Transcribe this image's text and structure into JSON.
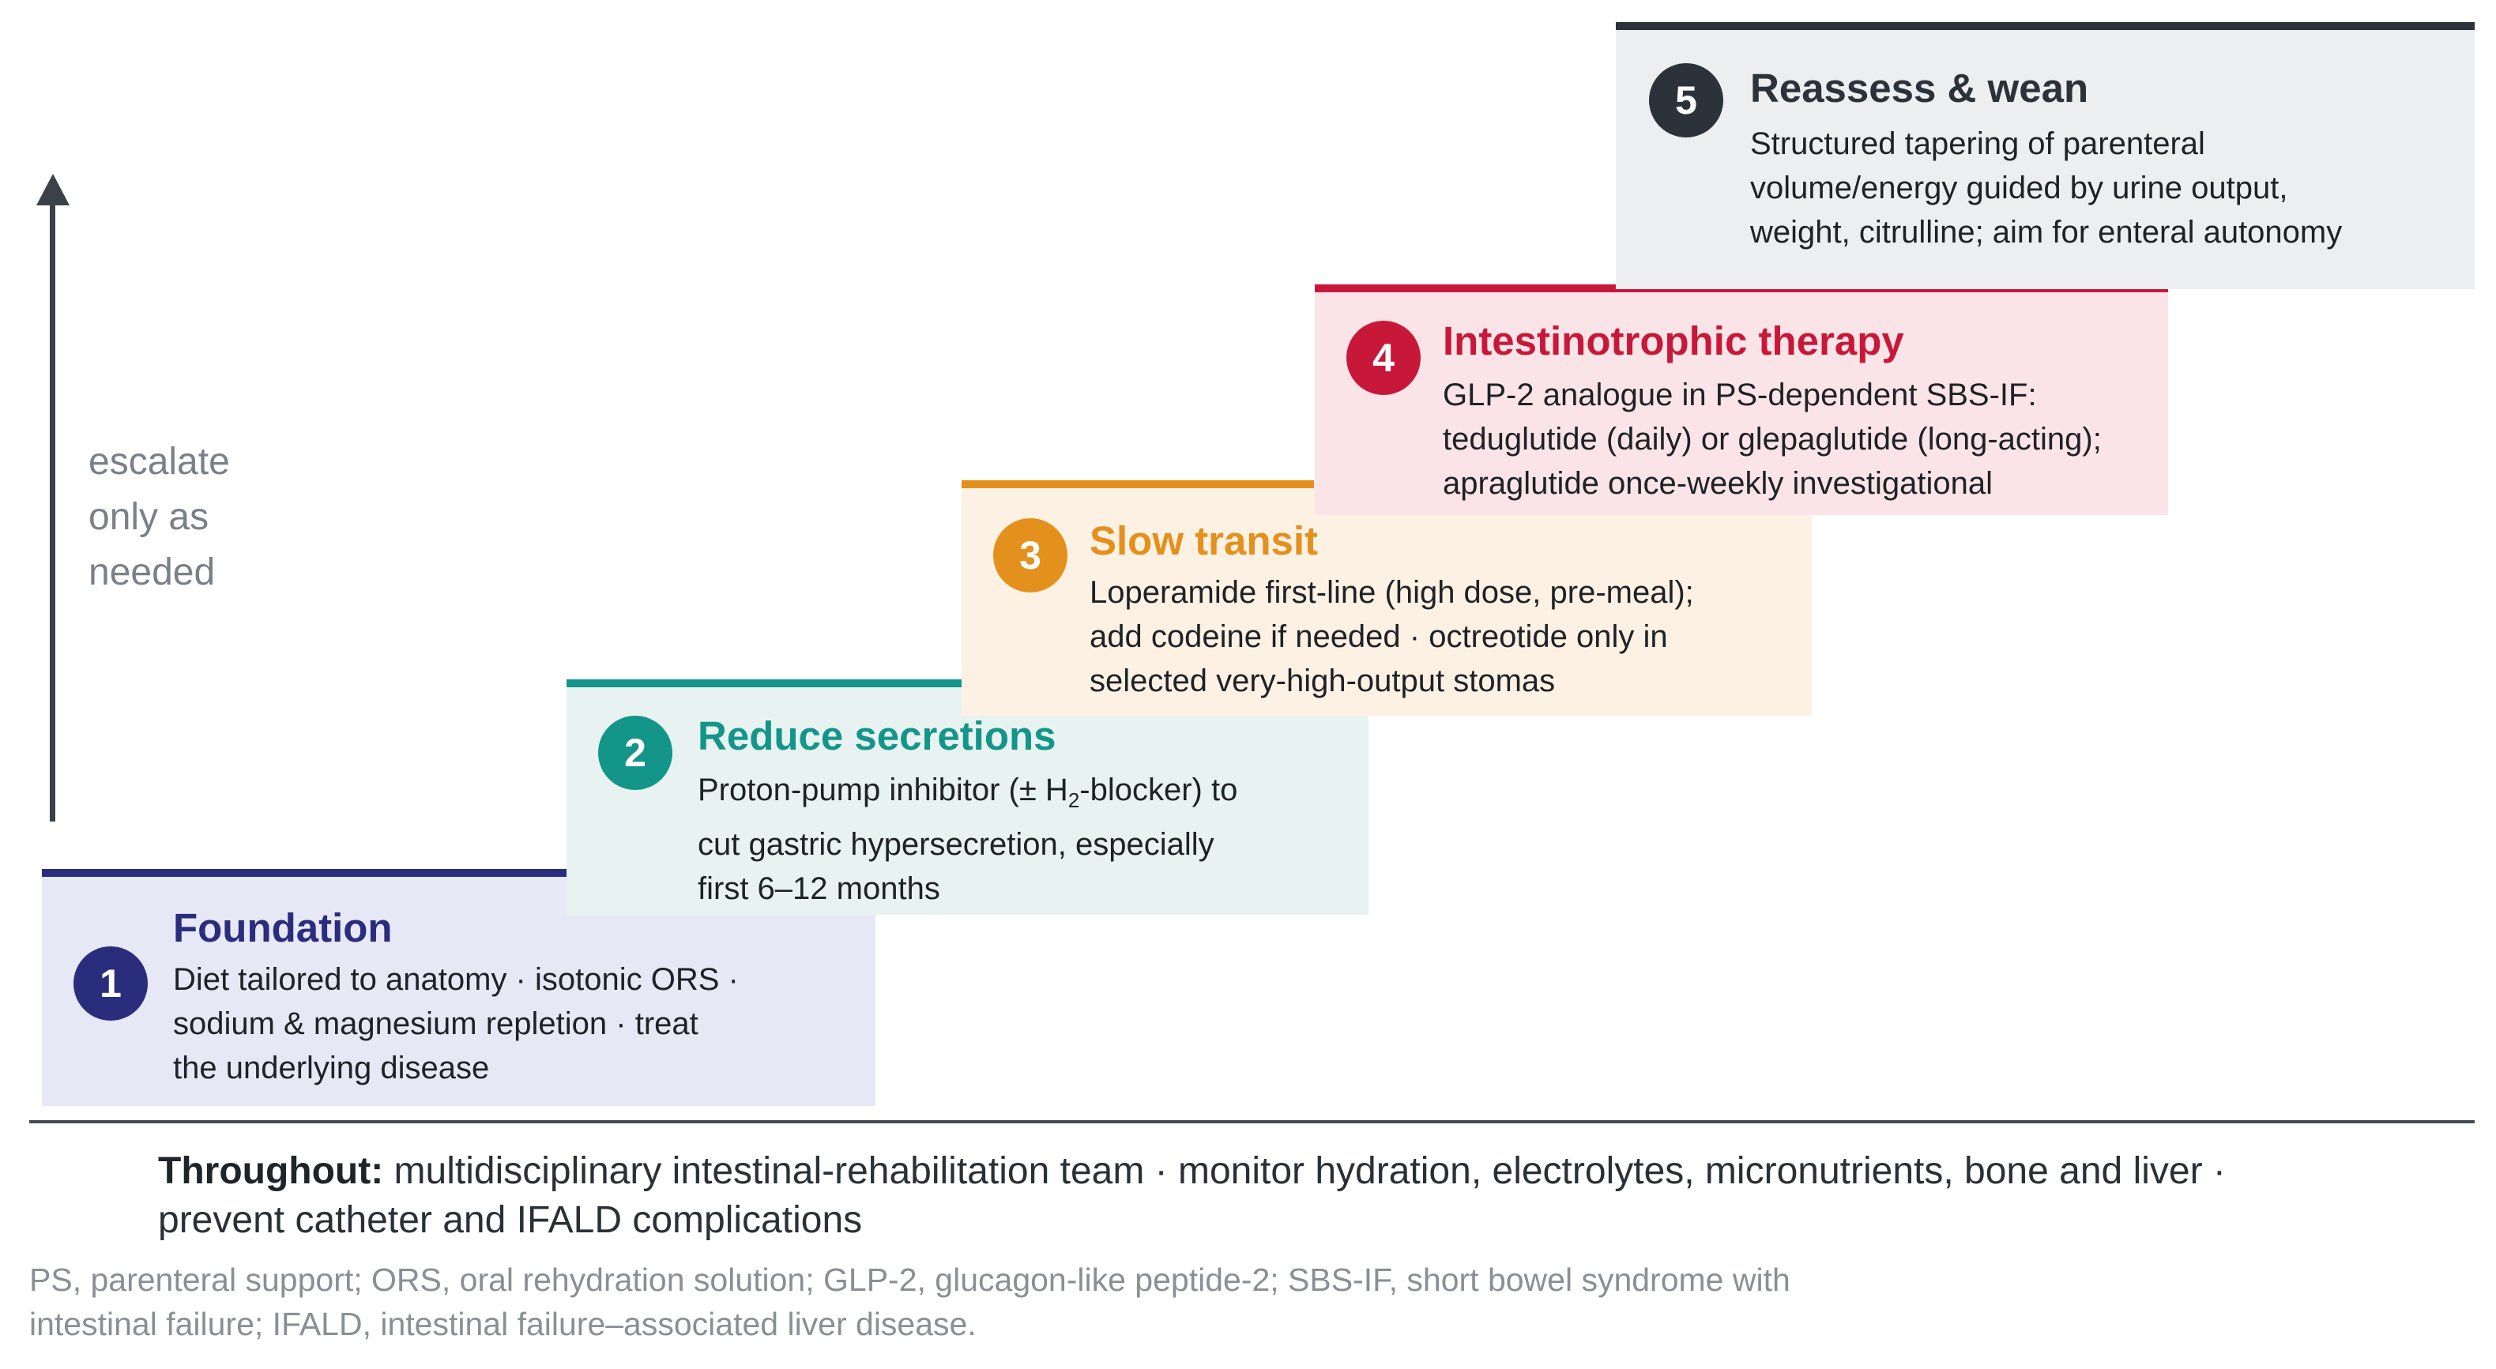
{
  "escalate_label": "escalate\nonly as\nneeded",
  "steps": [
    {
      "number": "1",
      "title": "Foundation",
      "lines": [
        "Diet tailored to anatomy · isotonic ORS ·",
        "sodium & magnesium repletion · treat",
        "the underlying disease"
      ],
      "color": "#2a2d7c",
      "background": "#e6e8f6"
    },
    {
      "number": "2",
      "title": "Reduce secretions",
      "lines": [
        "Proton-pump inhibitor (± H",
        "cut gastric hypersecretion, especially",
        "first 6–12 months"
      ],
      "subscript": "2",
      "line1_suffix": "-blocker) to",
      "color": "#14958a",
      "background": "#e8f3f1"
    },
    {
      "number": "3",
      "title": "Slow transit",
      "lines": [
        "Loperamide first-line (high dose, pre-meal);",
        "add codeine if needed · octreotide only in",
        "selected very-high-output stomas"
      ],
      "color": "#e4901d",
      "background": "#fdf1e4"
    },
    {
      "number": "4",
      "title": "Intestinotrophic therapy",
      "lines": [
        "GLP-2 analogue in PS-dependent SBS-IF:",
        "teduglutide (daily) or glepaglutide (long-acting);",
        "apraglutide once-weekly investigational"
      ],
      "color": "#c8183a",
      "background": "#fbe4e7"
    },
    {
      "number": "5",
      "title": "Reassess & wean",
      "lines": [
        "Structured tapering of parenteral",
        "volume/energy guided by urine output,",
        "weight, citrulline; aim for enteral autonomy"
      ],
      "color": "#2b3239",
      "background": "#eceeef"
    }
  ],
  "throughout": {
    "label": "Throughout:",
    "text_line1": " multidisciplinary intestinal-rehabilitation team · monitor hydration, electrolytes, micronutrients, bone and liver ·",
    "text_line2": "prevent catheter and IFALD complications"
  },
  "footnote": {
    "line1": "PS, parenteral support; ORS, oral rehydration solution; GLP-2, glucagon-like peptide-2; SBS-IF, short bowel syndrome with",
    "line2": "intestinal failure; IFALD, intestinal failure–associated liver disease."
  }
}
